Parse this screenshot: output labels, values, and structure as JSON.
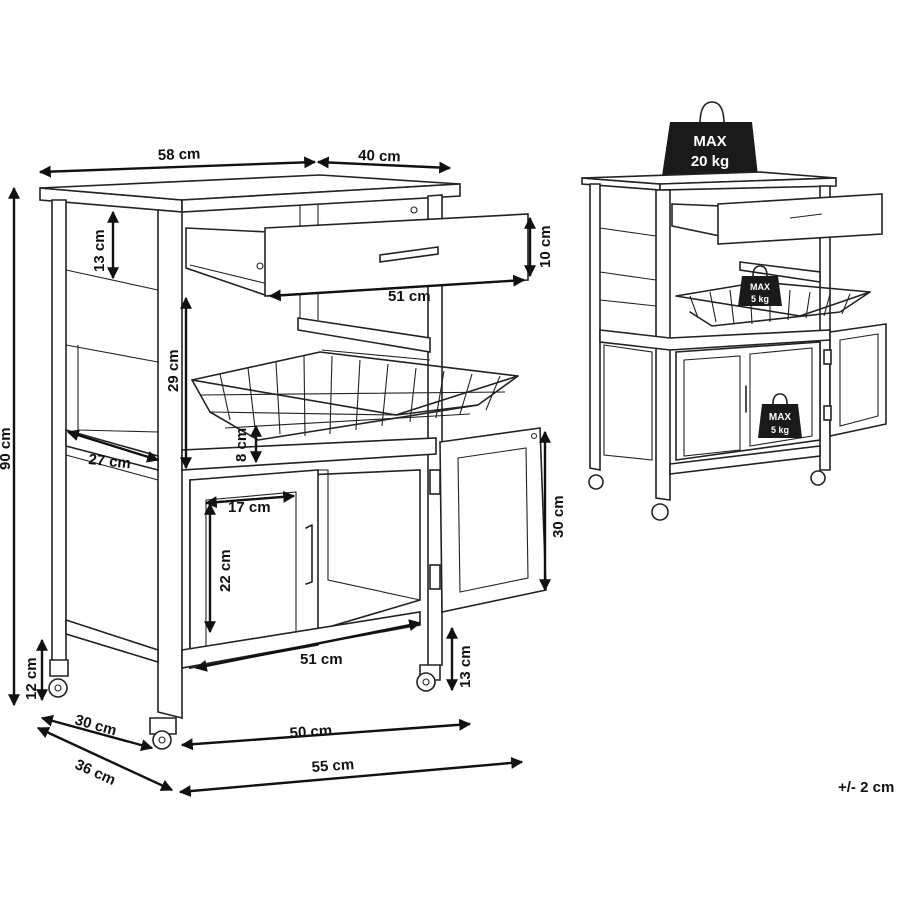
{
  "dimensions": {
    "top_width": "58 cm",
    "top_depth": "40 cm",
    "total_height": "90 cm",
    "drawer_opening_height": "13 cm",
    "drawer_front_height": "10 cm",
    "drawer_length": "51 cm",
    "basket_space_height": "29 cm",
    "basket_height": "8 cm",
    "shelf_depth": "27 cm",
    "door_inner_width": "17 cm",
    "door_inner_height": "22 cm",
    "door_height": "30 cm",
    "bottom_shelf_width": "51 cm",
    "wheel_height_left": "12 cm",
    "wheel_height_right": "13 cm",
    "base_depth": "30 cm",
    "base_width": "50 cm",
    "overall_depth": "36 cm",
    "overall_width": "55 cm"
  },
  "weights": {
    "top_label": "MAX",
    "top_value": "20 kg",
    "basket_label": "MAX",
    "basket_value": "5 kg",
    "shelf_label": "MAX",
    "shelf_value": "5 kg"
  },
  "tolerance": "+/- 2 cm"
}
